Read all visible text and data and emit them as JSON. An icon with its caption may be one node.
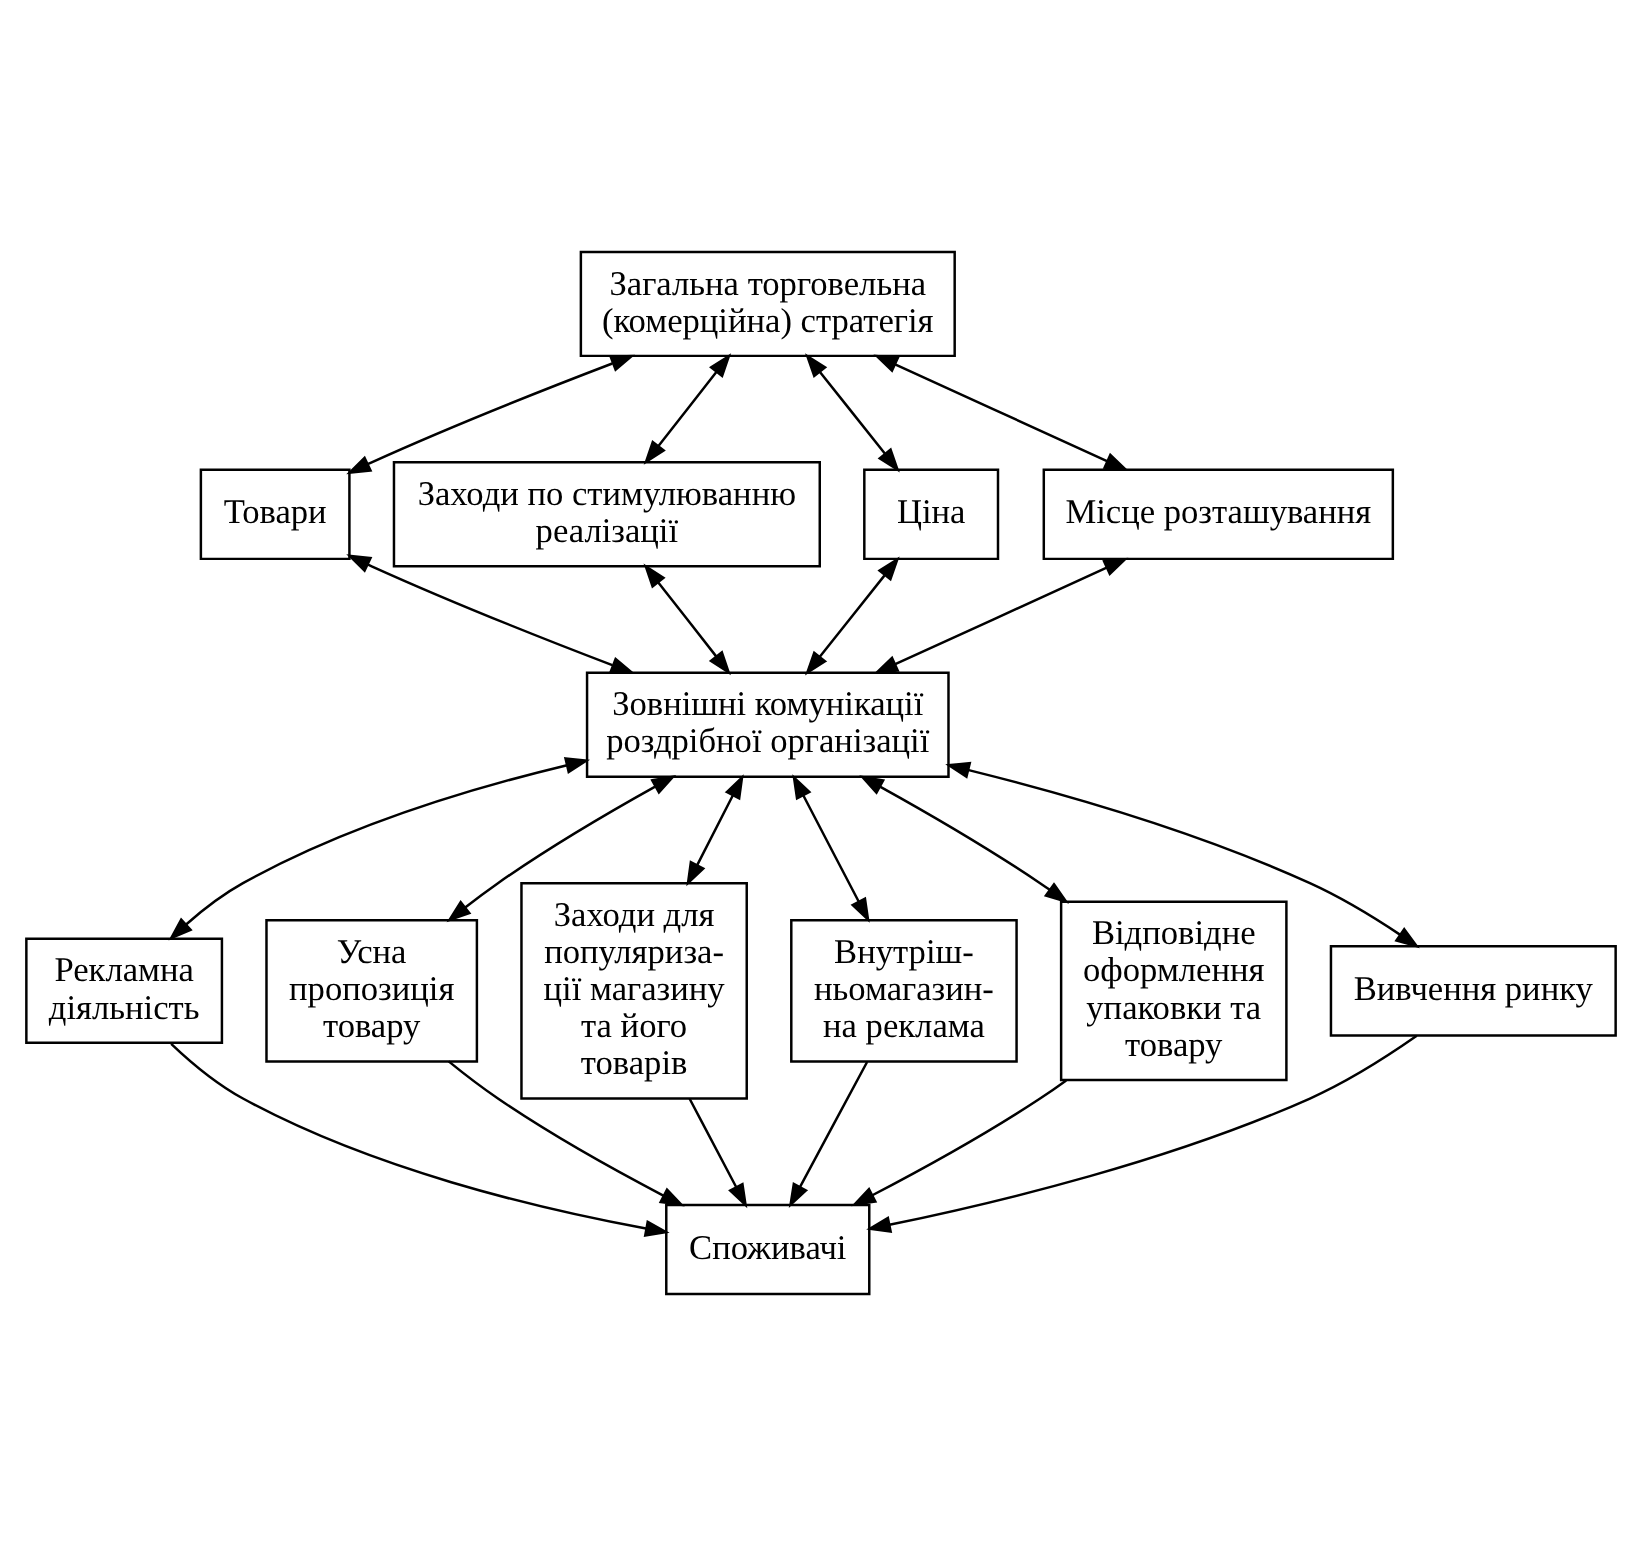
{
  "diagram": {
    "nodes": [
      {
        "text": [
          "Загальна торговельна (комерційна) стратегія"
        ]
      },
      {
        "text": [
          "Товари"
        ]
      },
      {
        "text": [
          "Заходи по стимулюванню реалізації"
        ]
      },
      {
        "text": [
          "Ціна"
        ]
      },
      {
        "text": [
          "Місце розташування"
        ]
      },
      {
        "text": [
          "Зовнішні комунікації роздрібної організації"
        ]
      },
      {
        "text": [
          "Рекламна діяльність"
        ]
      },
      {
        "text": [
          "Усна пропозиція товару"
        ]
      },
      {
        "text": [
          "Заходи для популяриза- ції магазину та його товарів"
        ]
      },
      {
        "text": [
          "Внутріш- ньомагазин- на реклама"
        ]
      },
      {
        "text": [
          "Відповідне оформлення упаковки та товару"
        ]
      },
      {
        "text": [
          "Вивчення ринку"
        ]
      },
      {
        "text": [
          "Споживачі"
        ]
      }
    ],
    "edges": [
      {
        "from": 0,
        "to": 1,
        "arrow": "both"
      },
      {
        "from": 0,
        "to": 2,
        "arrow": "both"
      },
      {
        "from": 0,
        "to": 3,
        "arrow": "both"
      },
      {
        "from": 0,
        "to": 4,
        "arrow": "both"
      },
      {
        "from": 1,
        "to": 5,
        "arrow": "both"
      },
      {
        "from": 2,
        "to": 5,
        "arrow": "both"
      },
      {
        "from": 3,
        "to": 5,
        "arrow": "both"
      },
      {
        "from": 4,
        "to": 5,
        "arrow": "both"
      },
      {
        "from": 5,
        "to": 6,
        "arrow": "both"
      },
      {
        "from": 5,
        "to": 7,
        "arrow": "both"
      },
      {
        "from": 5,
        "to": 8,
        "arrow": "both"
      },
      {
        "from": 5,
        "to": 9,
        "arrow": "both"
      },
      {
        "from": 5,
        "to": 10,
        "arrow": "both"
      },
      {
        "from": 5,
        "to": 11,
        "arrow": "both"
      },
      {
        "from": 6,
        "to": 12,
        "arrow": "to"
      },
      {
        "from": 7,
        "to": 12,
        "arrow": "to"
      },
      {
        "from": 8,
        "to": 12,
        "arrow": "to"
      },
      {
        "from": 9,
        "to": 12,
        "arrow": "to"
      },
      {
        "from": 10,
        "to": 12,
        "arrow": "to"
      },
      {
        "from": 11,
        "to": 12,
        "arrow": "to"
      }
    ]
  }
}
